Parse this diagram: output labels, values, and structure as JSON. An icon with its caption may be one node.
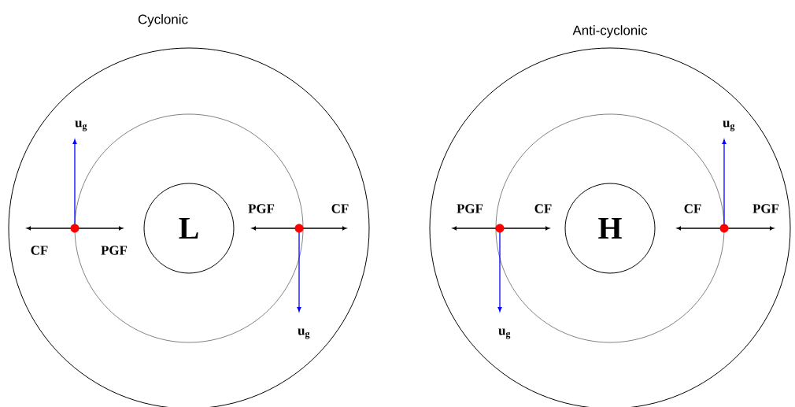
{
  "diagram": {
    "nodes": [
      {
        "text": [
          "Cyclonic"
        ]
      },
      {
        "text": [],
        "shape": "circle",
        "in": 0
      },
      {
        "text": [
          "L"
        ],
        "in": 1
      },
      {
        "text": [
          "Anti-cyclonic"
        ]
      },
      {
        "text": [],
        "shape": "circle",
        "in": 3
      },
      {
        "text": [
          "H"
        ],
        "in": 4
      }
    ],
    "labels": [
      "u$_{g}$",
      "PGF",
      "CF",
      "CF",
      "PGF",
      "u$_{g}$",
      "u$_{g}$",
      "PGF",
      "CF",
      "CF",
      "PGF",
      "u$_{g}$"
    ]
  }
}
